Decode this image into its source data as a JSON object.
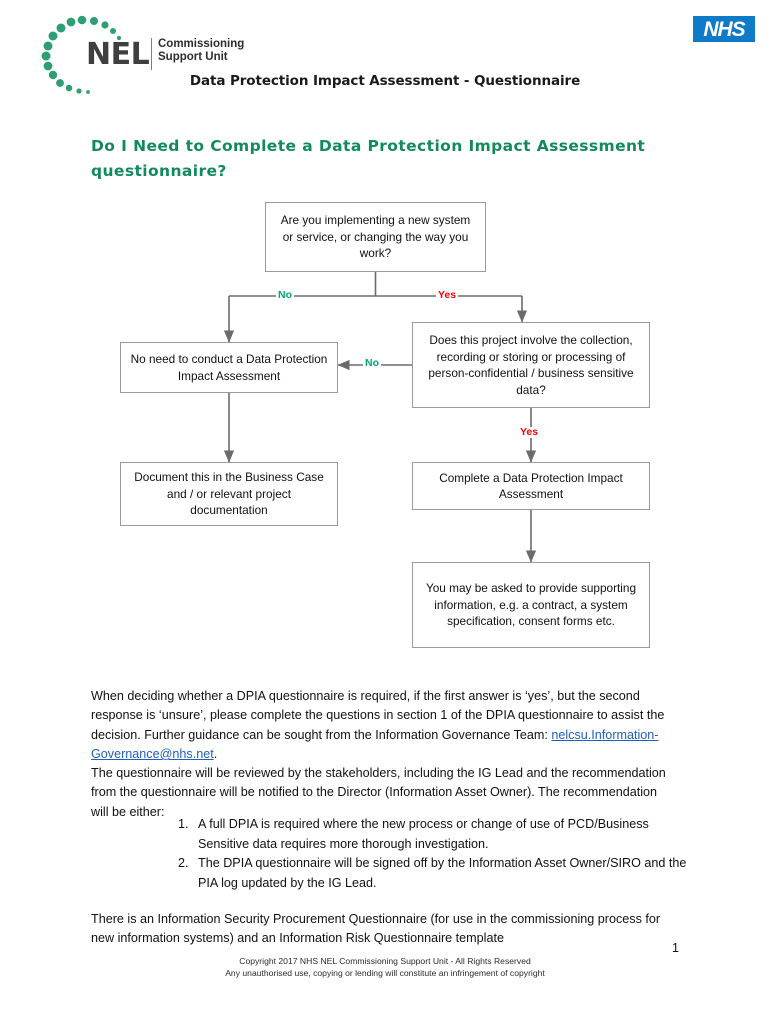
{
  "header": {
    "logo": {
      "wordmark": "NEL",
      "sub_line1": "Commissioning",
      "sub_line2": "Support Unit",
      "dot_color": "#2e9e74"
    },
    "nhs_logo_text": "NHS",
    "nhs_logo_color": "#0f7ac8",
    "document_title": "Data Protection Impact Assessment - Questionnaire"
  },
  "section": {
    "heading": "Do I Need to Complete a Data Protection Impact Assessment questionnaire?",
    "heading_color": "#128a5e"
  },
  "flowchart": {
    "boxes": {
      "q1": "Are you implementing a new system or service, or changing the way you work?",
      "no_need": "No need to conduct a Data Protection Impact Assessment",
      "document": "Document this in the Business Case and / or relevant project documentation",
      "q2": "Does this project involve the collection, recording or storing or processing of person-confidential / business sensitive data?",
      "complete": "Complete a Data Protection Impact Assessment",
      "provide": "You may be asked to provide supporting information, e.g. a contract, a system specification, consent forms etc."
    },
    "labels": {
      "no1": "No",
      "yes1": "Yes",
      "no2": "No",
      "yes2": "Yes"
    },
    "label_colors": {
      "no": "#00a878",
      "yes": "#ff0000"
    },
    "connector_color": "#6b6b6b"
  },
  "body": {
    "para1_before_link": "When deciding whether a DPIA questionnaire is required, if the first answer is ‘yes’, but the second response is ‘unsure’, please complete the questions in section 1 of the DPIA questionnaire to assist the decision. Further guidance can be sought from the Information Governance Team: ",
    "email_link": "nelcsu.Information-Governance@nhs.net",
    "para1_after_link": ".",
    "para2": "The questionnaire will be reviewed by the stakeholders, including the IG Lead and the recommendation from the questionnaire will be notified to the Director (Information Asset Owner). The recommendation will be either:",
    "list_items": [
      "A full DPIA is required where the new process or change of use of PCD/Business Sensitive data requires more thorough investigation.",
      "The DPIA questionnaire will be signed off by the Information Asset Owner/SIRO and the PIA log updated by the IG Lead."
    ],
    "para3": "There is an Information Security Procurement Questionnaire (for use in the commissioning process for new information systems) and an Information Risk Questionnaire template"
  },
  "footer": {
    "page_number": "1",
    "line1": "Copyright 2017 NHS NEL Commissioning Support Unit - All Rights Reserved",
    "line2": "Any unauthorised use, copying or lending will constitute an infringement of copyright"
  }
}
